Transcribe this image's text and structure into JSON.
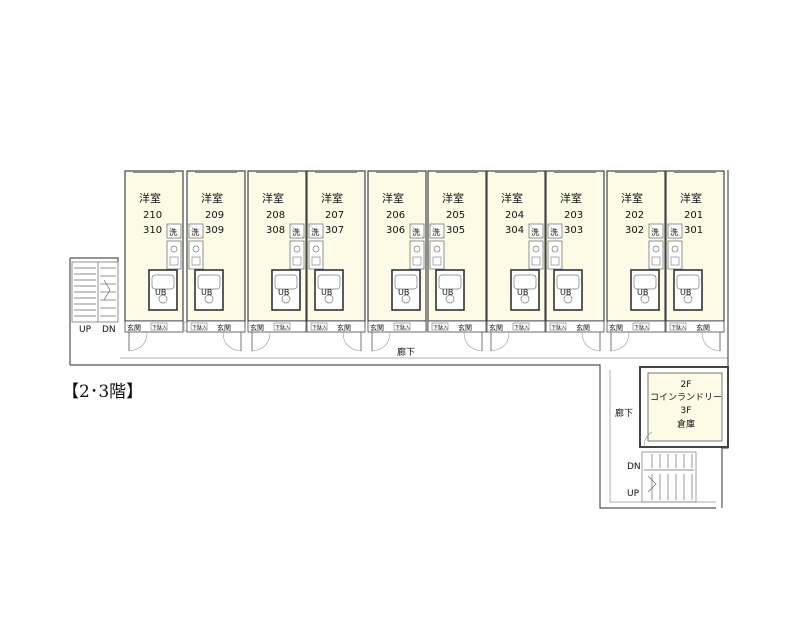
{
  "floor_label": "【2･3階】",
  "room_type": "洋室",
  "units": [
    {
      "upper": "210",
      "lower": "310"
    },
    {
      "upper": "209",
      "lower": "309"
    },
    {
      "upper": "208",
      "lower": "308"
    },
    {
      "upper": "207",
      "lower": "307"
    },
    {
      "upper": "206",
      "lower": "306"
    },
    {
      "upper": "205",
      "lower": "305"
    },
    {
      "upper": "204",
      "lower": "304"
    },
    {
      "upper": "203",
      "lower": "303"
    },
    {
      "upper": "202",
      "lower": "302"
    },
    {
      "upper": "201",
      "lower": "301"
    }
  ],
  "labels": {
    "washer": "洗",
    "bath": "UB",
    "entrance": "玄関",
    "shoe_box": "下駄入",
    "corridor": "廊下",
    "stair_up": "UP",
    "stair_down": "DN",
    "laundry_2f": "2F",
    "laundry_name": "コインランドリー",
    "storage_3f": "3F",
    "storage_name": "倉庫"
  },
  "colors": {
    "room_fill": "#fdfbe6",
    "wall": "#444444",
    "wall_light": "#888888",
    "fixture": "#777777"
  }
}
